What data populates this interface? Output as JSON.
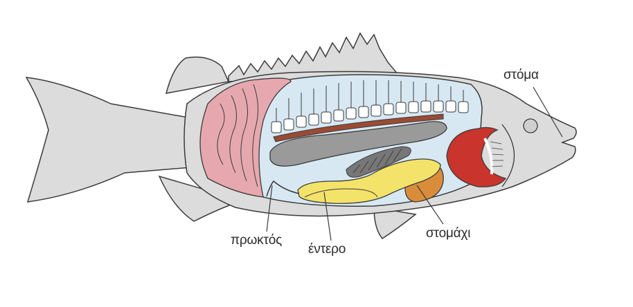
{
  "labels": {
    "mouth": "στόμα",
    "anus": "πρωκτός",
    "intestine": "έντερο",
    "stomach": "στομάχι"
  },
  "colors": {
    "body": "#dcdcdc",
    "outline": "#3a3a3a",
    "cavity": "#d7e8f3",
    "muscle": "#e6a8ae",
    "gill": "#c9342c",
    "intestine": "#f4e36a",
    "stomach": "#d98d3a",
    "spine": "#ffffff",
    "kidney": "#9b4a33",
    "swim_bladder": "#9a9a9a",
    "liver": "#777777"
  }
}
